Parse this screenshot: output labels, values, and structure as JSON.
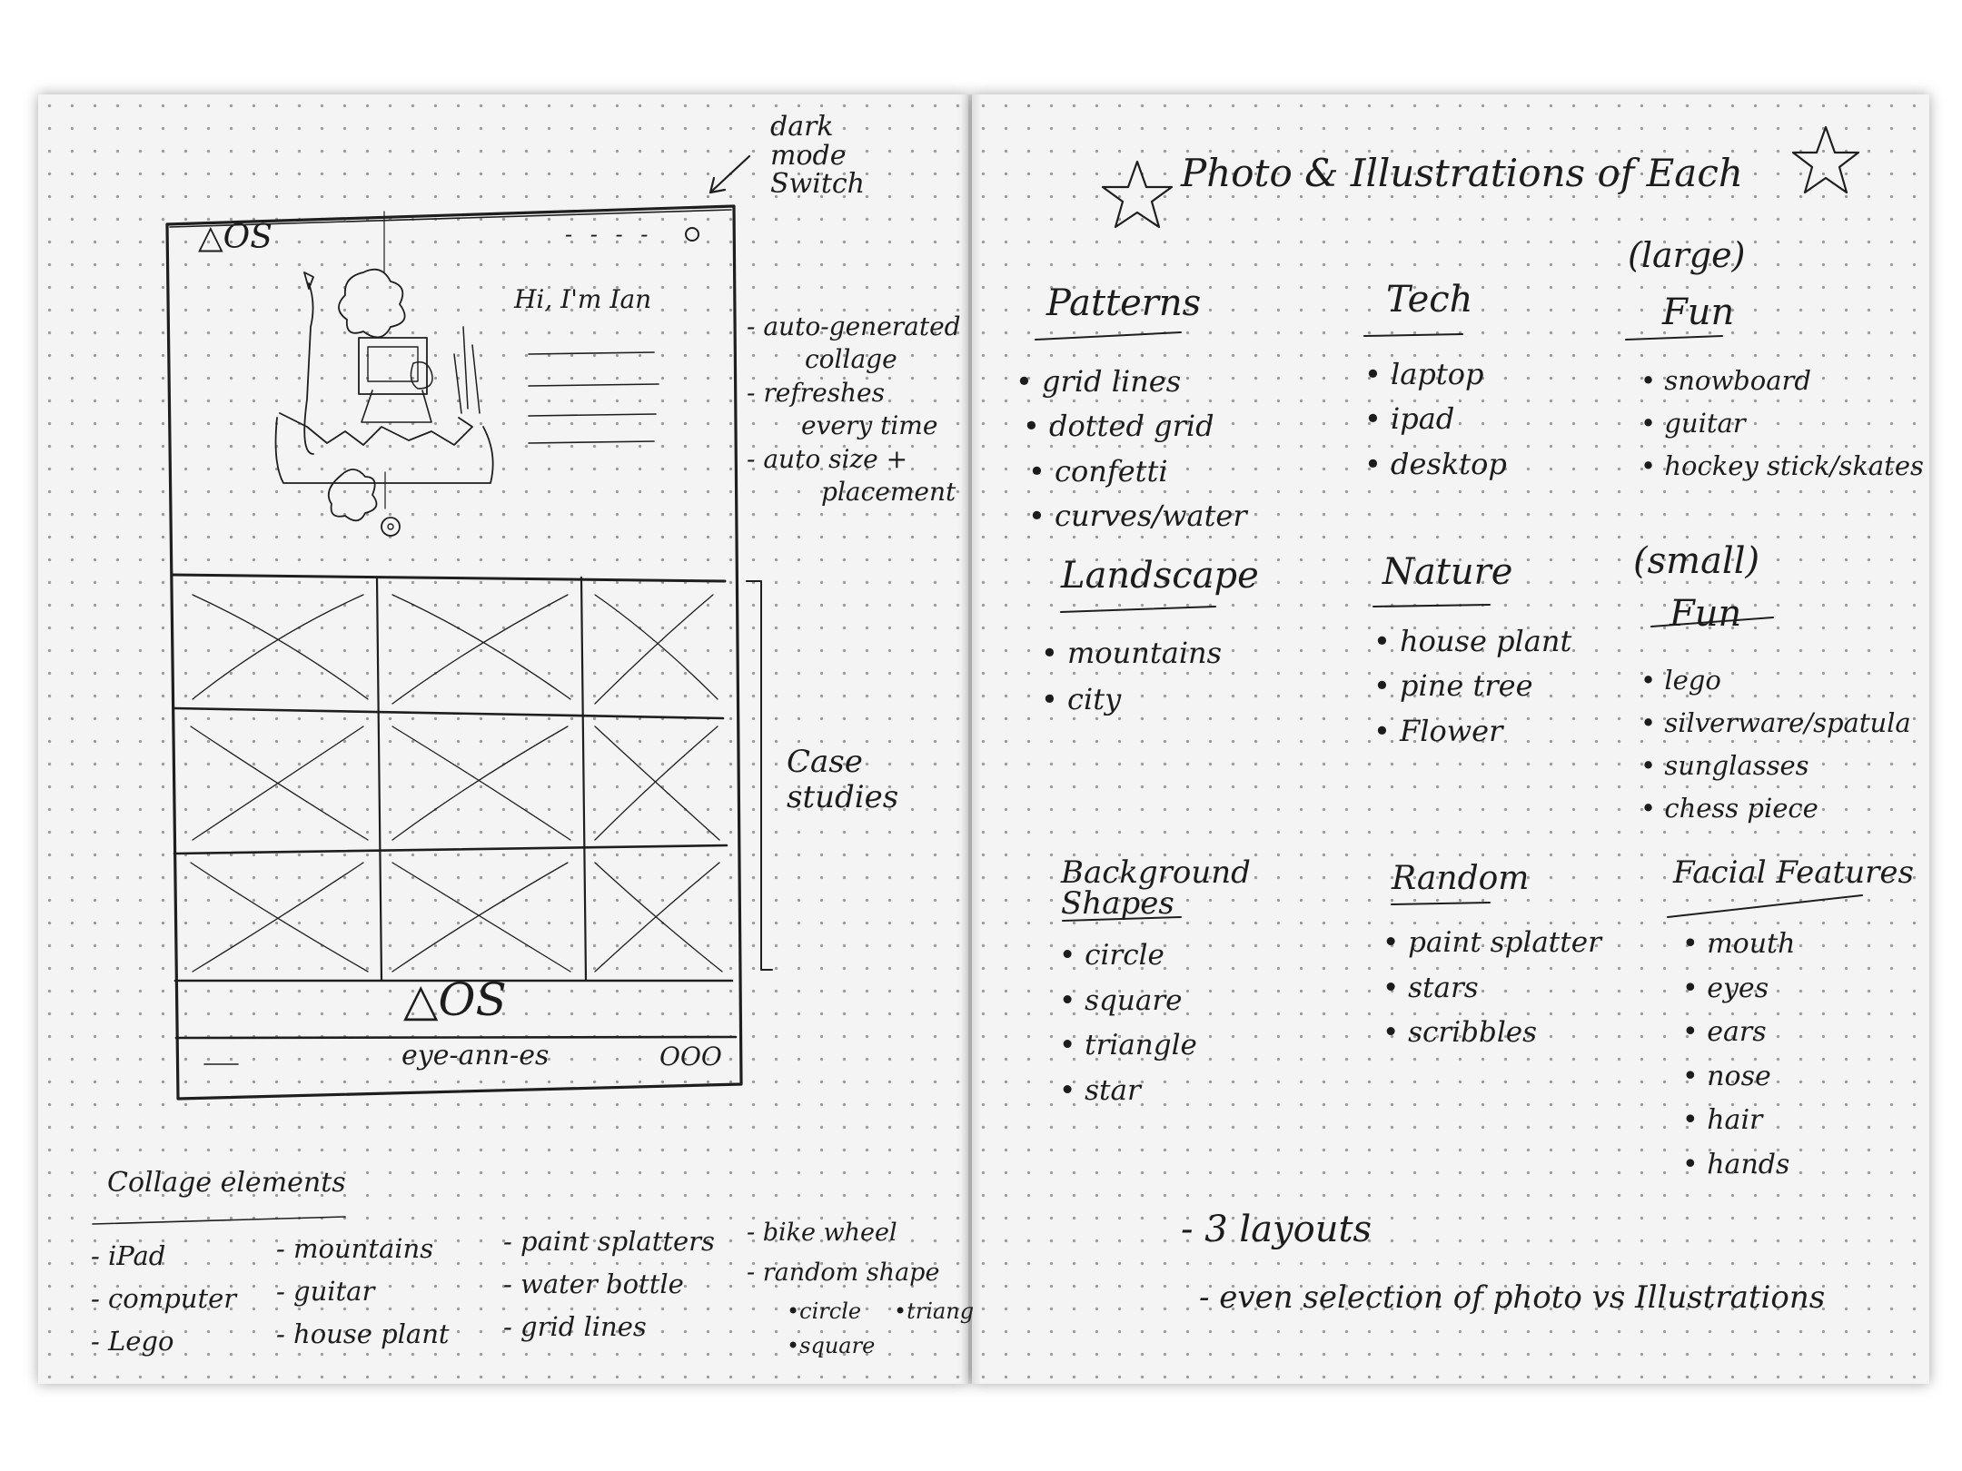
{
  "left_page": {
    "annotations": {
      "dark_mode": "dark\nmode\nSwitch",
      "collage_notes": [
        "- auto-generated",
        "collage",
        "- refreshes",
        "every time",
        "- auto size +",
        "placement"
      ],
      "case_studies": "Case\nstudies"
    },
    "wireframe": {
      "logo": "△OS",
      "nav": "- - - -",
      "greeting": "Hi, I'm Ian",
      "footer_logo": "△OS",
      "bottom_bar_text": "eye-ann-es",
      "bottom_bar_icons": "OOO"
    },
    "collage_elements": {
      "heading": "Collage elements",
      "col1": [
        "- iPad",
        "- computer",
        "- Lego"
      ],
      "col2": [
        "- mountains",
        "- guitar",
        "- house plant"
      ],
      "col3": [
        "- paint splatters",
        "- water bottle",
        "- grid lines"
      ],
      "col4": [
        "- bike wheel",
        "- random shape"
      ],
      "shapes": [
        "•circle",
        "•triang",
        "•square"
      ]
    }
  },
  "right_page": {
    "title": "Photo & Illustrations of Each",
    "groups": [
      {
        "key": "patterns",
        "heading": "Patterns",
        "items": [
          "• grid lines",
          "• dotted grid",
          "• confetti",
          "• curves/water"
        ]
      },
      {
        "key": "tech",
        "heading": "Tech",
        "items": [
          "• laptop",
          "• ipad",
          "• desktop"
        ]
      },
      {
        "key": "fun-large",
        "note": "(large)",
        "heading": "Fun",
        "items": [
          "• snowboard",
          "• guitar",
          "• hockey stick/skates"
        ]
      },
      {
        "key": "landscape",
        "heading": "Landscape",
        "items": [
          "• mountains",
          "• city"
        ]
      },
      {
        "key": "nature",
        "heading": "Nature",
        "items": [
          "• house plant",
          "• pine tree",
          "• Flower"
        ]
      },
      {
        "key": "fun-small",
        "note": "(small)",
        "heading": "Fun",
        "items": [
          "• lego",
          "• silverware/spatula",
          "• sunglasses",
          "• chess piece"
        ]
      },
      {
        "key": "background-shapes",
        "heading": "Background\nShapes",
        "items": [
          "• circle",
          "• square",
          "• triangle",
          "• star"
        ]
      },
      {
        "key": "random",
        "heading": "Random",
        "items": [
          "• paint splatter",
          "• stars",
          "• scribbles"
        ]
      },
      {
        "key": "facial-features",
        "heading": "Facial Features",
        "items": [
          "• mouth",
          "• eyes",
          "• ears",
          "• nose",
          "• hair",
          "• hands"
        ]
      }
    ],
    "footer_notes": [
      "- 3 layouts",
      "- even selection of photo vs Illustrations"
    ]
  }
}
